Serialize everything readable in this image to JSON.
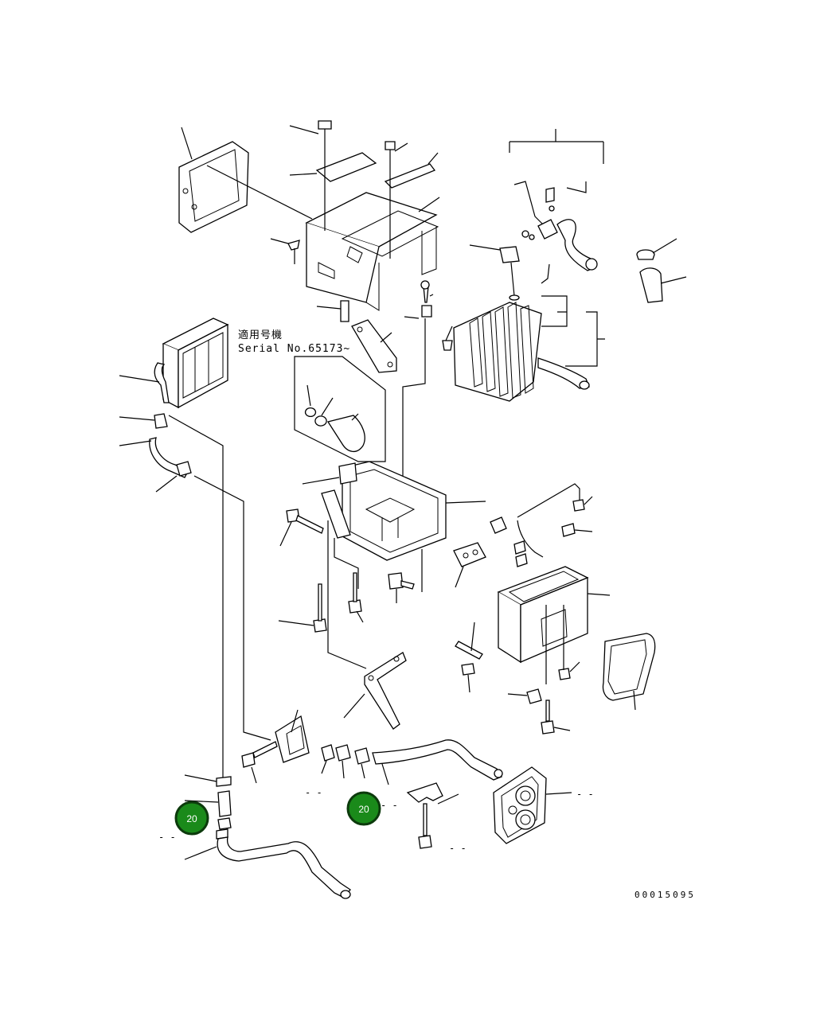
{
  "diagram": {
    "note_line1": "適用号機",
    "note_line2": "Serial No.65173~",
    "doc_number": "00015095",
    "badges": [
      {
        "label": "20",
        "color": "#1a8a1a"
      },
      {
        "label": "20",
        "color": "#1a8a1a"
      }
    ],
    "dash_labels": [
      "- -",
      "- -",
      "- -",
      "- -",
      "- -"
    ],
    "parts": [
      "cover-frame",
      "bolt",
      "bracket",
      "case-upper",
      "screw",
      "evaporator",
      "expansion-valve",
      "hose",
      "heater-core",
      "clamp",
      "case-lower",
      "controller",
      "wire-harness",
      "seal",
      "motor-unit",
      "pipe"
    ]
  }
}
